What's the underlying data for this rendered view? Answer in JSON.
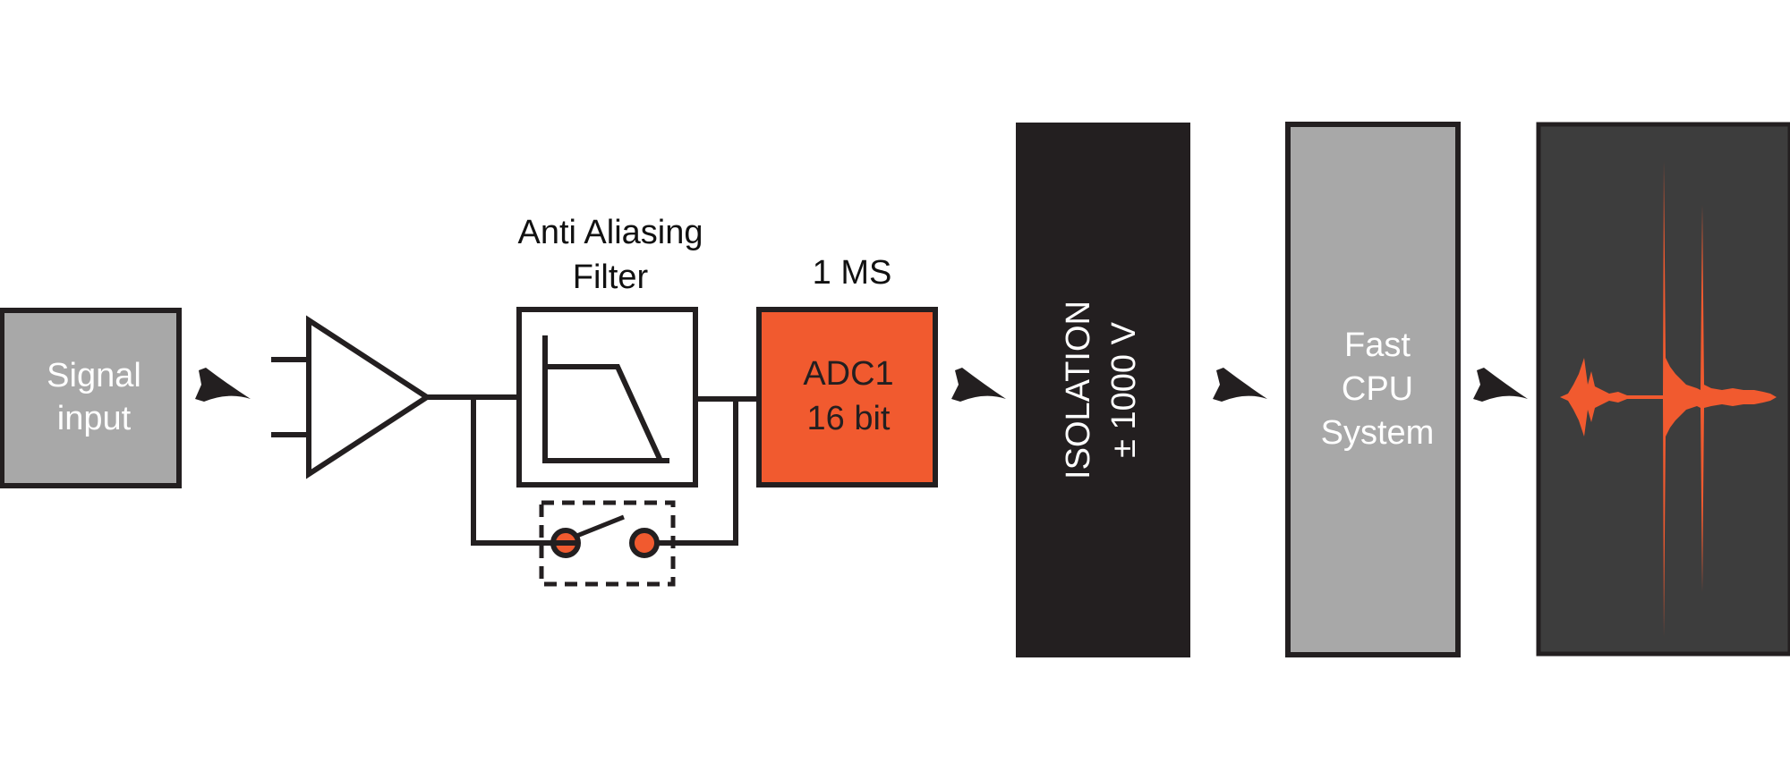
{
  "diagram": {
    "signal_input": {
      "line1": "Signal",
      "line2": "input"
    },
    "filter": {
      "title_line1": "Anti Aliasing",
      "title_line2": "Filter"
    },
    "adc": {
      "rate": "1 MS",
      "line1": "ADC1",
      "line2": "16 bit"
    },
    "isolation": {
      "line1": "ISOLATION",
      "line2": "± 1000 V"
    },
    "cpu": {
      "line1": "Fast",
      "line2": "CPU",
      "line3": "System"
    }
  },
  "colors": {
    "accent_orange": "#f15a2f",
    "dark_gray": "#231f20",
    "medium_gray": "#a8a8a8",
    "screen_gray": "#3d3d3d"
  }
}
